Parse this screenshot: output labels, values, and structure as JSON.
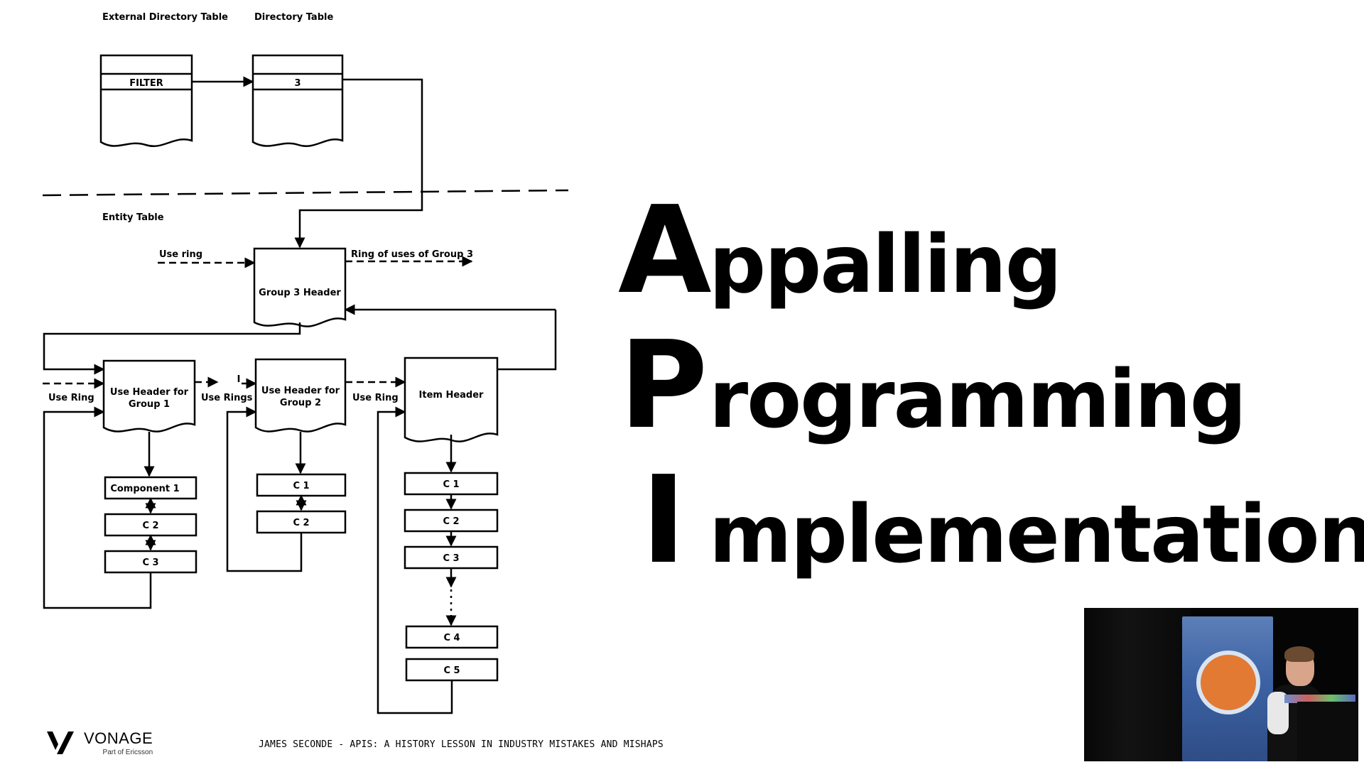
{
  "diagram": {
    "sections": {
      "external_directory_table": "External Directory Table",
      "directory_table": "Directory Table",
      "entity_table": "Entity Table"
    },
    "nodes": {
      "filter": "FILTER",
      "directory_entry": "3",
      "group3_header": "Group 3 Header",
      "use_header_g1_line1": "Use Header for",
      "use_header_g1_line2": "Group 1",
      "use_header_g2_line1": "Use Header for",
      "use_header_g2_line2": "Group 2",
      "item_header": "Item Header",
      "g1_components": [
        "Component 1",
        "C 2",
        "C 3"
      ],
      "g2_components": [
        "C 1",
        "C 2"
      ],
      "item_components": [
        "C 1",
        "C 2",
        "C 3",
        "C 4",
        "C 5"
      ]
    },
    "edge_labels": {
      "use_ring_top": "Use ring",
      "ring_of_uses": "Ring of uses of Group 3",
      "use_ring_left": "Use Ring",
      "use_rings": "Use Rings",
      "use_ring_right": "Use Ring"
    }
  },
  "acronym": [
    {
      "letter": "A",
      "rest": "ppalling"
    },
    {
      "letter": "P",
      "rest": "rogramming"
    },
    {
      "letter": "I",
      "rest": "mplementation"
    }
  ],
  "branding": {
    "name": "VONAGE",
    "subtitle": "Part of Ericsson"
  },
  "footer": "JAMES SECONDE - APIS: A HISTORY LESSON IN INDUSTRY MISTAKES AND MISHAPS"
}
